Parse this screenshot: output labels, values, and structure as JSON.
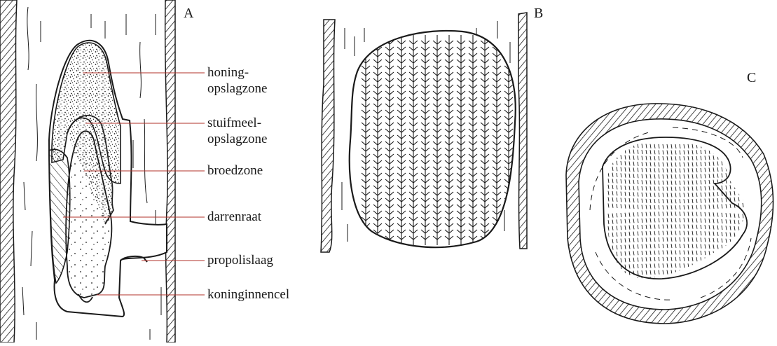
{
  "panels": [
    {
      "letter": "A",
      "subject": "vertical section through a tree trunk showing the comb zones"
    },
    {
      "letter": "B",
      "subject": "comb face seen through an opened trunk"
    },
    {
      "letter": "C",
      "subject": "horizontal cross-section of the trunk with comb"
    }
  ],
  "callouts": [
    {
      "id": "honey",
      "lines": [
        "honing-",
        "opslagzone"
      ]
    },
    {
      "id": "pollen",
      "lines": [
        "stuifmeel-",
        "opslagzone"
      ]
    },
    {
      "id": "brood",
      "lines": [
        "broedzone"
      ]
    },
    {
      "id": "drone",
      "lines": [
        "darrenraat"
      ]
    },
    {
      "id": "propolis",
      "lines": [
        "propolislaag"
      ]
    },
    {
      "id": "queen",
      "lines": [
        "koninginnencel"
      ]
    }
  ],
  "colors": {
    "ink": "#1a1a1a",
    "leader": "#b0322a",
    "paper": "#ffffff"
  }
}
